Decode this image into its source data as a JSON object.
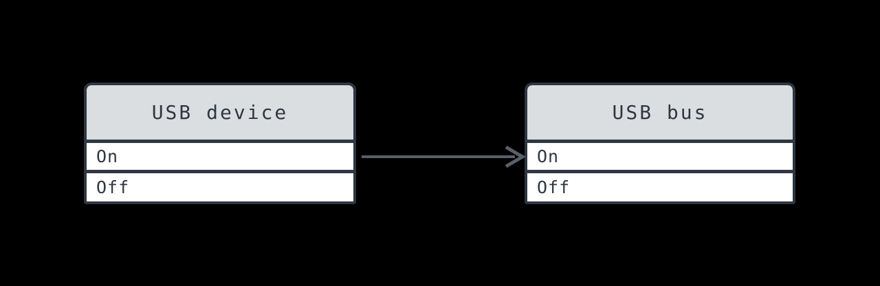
{
  "diagram": {
    "type": "state-transition-diagram",
    "background": "#000000",
    "colors": {
      "bg": "#000000",
      "border": "#2e3742",
      "header_fill": "#dbdee0",
      "row_fill": "#ffffff",
      "text": "#2e3742",
      "arrow": "#586069"
    },
    "nodes": [
      {
        "id": "usb-device",
        "title": "USB device",
        "rows": [
          "On",
          "Off"
        ]
      },
      {
        "id": "usb-bus",
        "title": "USB bus",
        "rows": [
          "On",
          "Off"
        ]
      }
    ],
    "edges": [
      {
        "from": "usb-device",
        "from_row": "On",
        "to": "usb-bus",
        "to_row": "On",
        "direction": "right"
      }
    ]
  }
}
